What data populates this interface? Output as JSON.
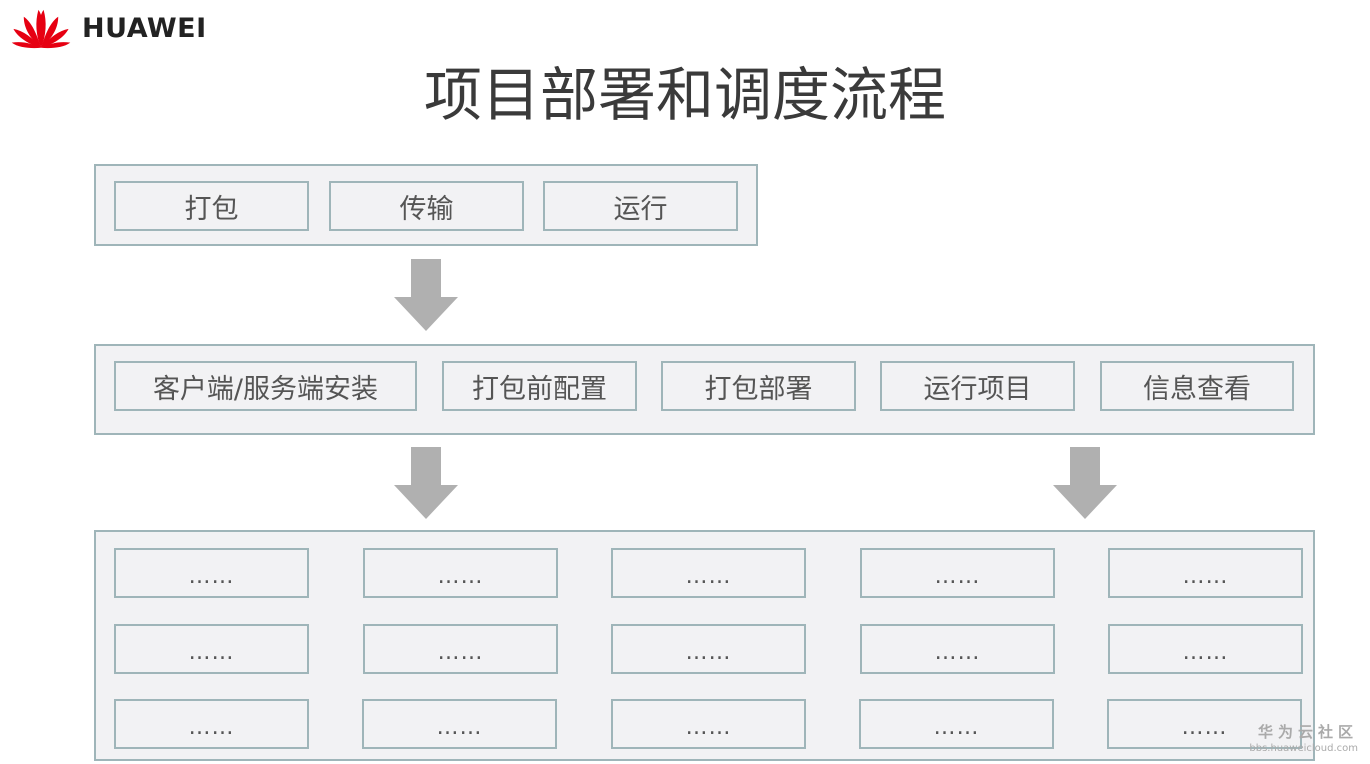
{
  "logo": {
    "text": "HUAWEI"
  },
  "title": "项目部署和调度流程",
  "stage1": [
    "打包",
    "传输",
    "运行"
  ],
  "stage2": [
    "客户端/服务端安装",
    "打包前配置",
    "打包部署",
    "运行项目",
    "信息查看"
  ],
  "stage3": [
    [
      "……",
      "……",
      "……",
      "……",
      "……"
    ],
    [
      "……",
      "……",
      "……",
      "……",
      "……"
    ],
    [
      "……",
      "……",
      "……",
      "……",
      "……"
    ]
  ],
  "watermark": {
    "title": "华为云社区",
    "url": "bbs.huaweicloud.com"
  },
  "colors": {
    "border": "#9fb5b9",
    "box_fill": "#f2f2f4",
    "arrow": "#b0b0b0",
    "logo_red": "#e60012"
  },
  "icons": {
    "logo": "huawei-petal-logo",
    "arrow": "down-arrow-icon"
  }
}
